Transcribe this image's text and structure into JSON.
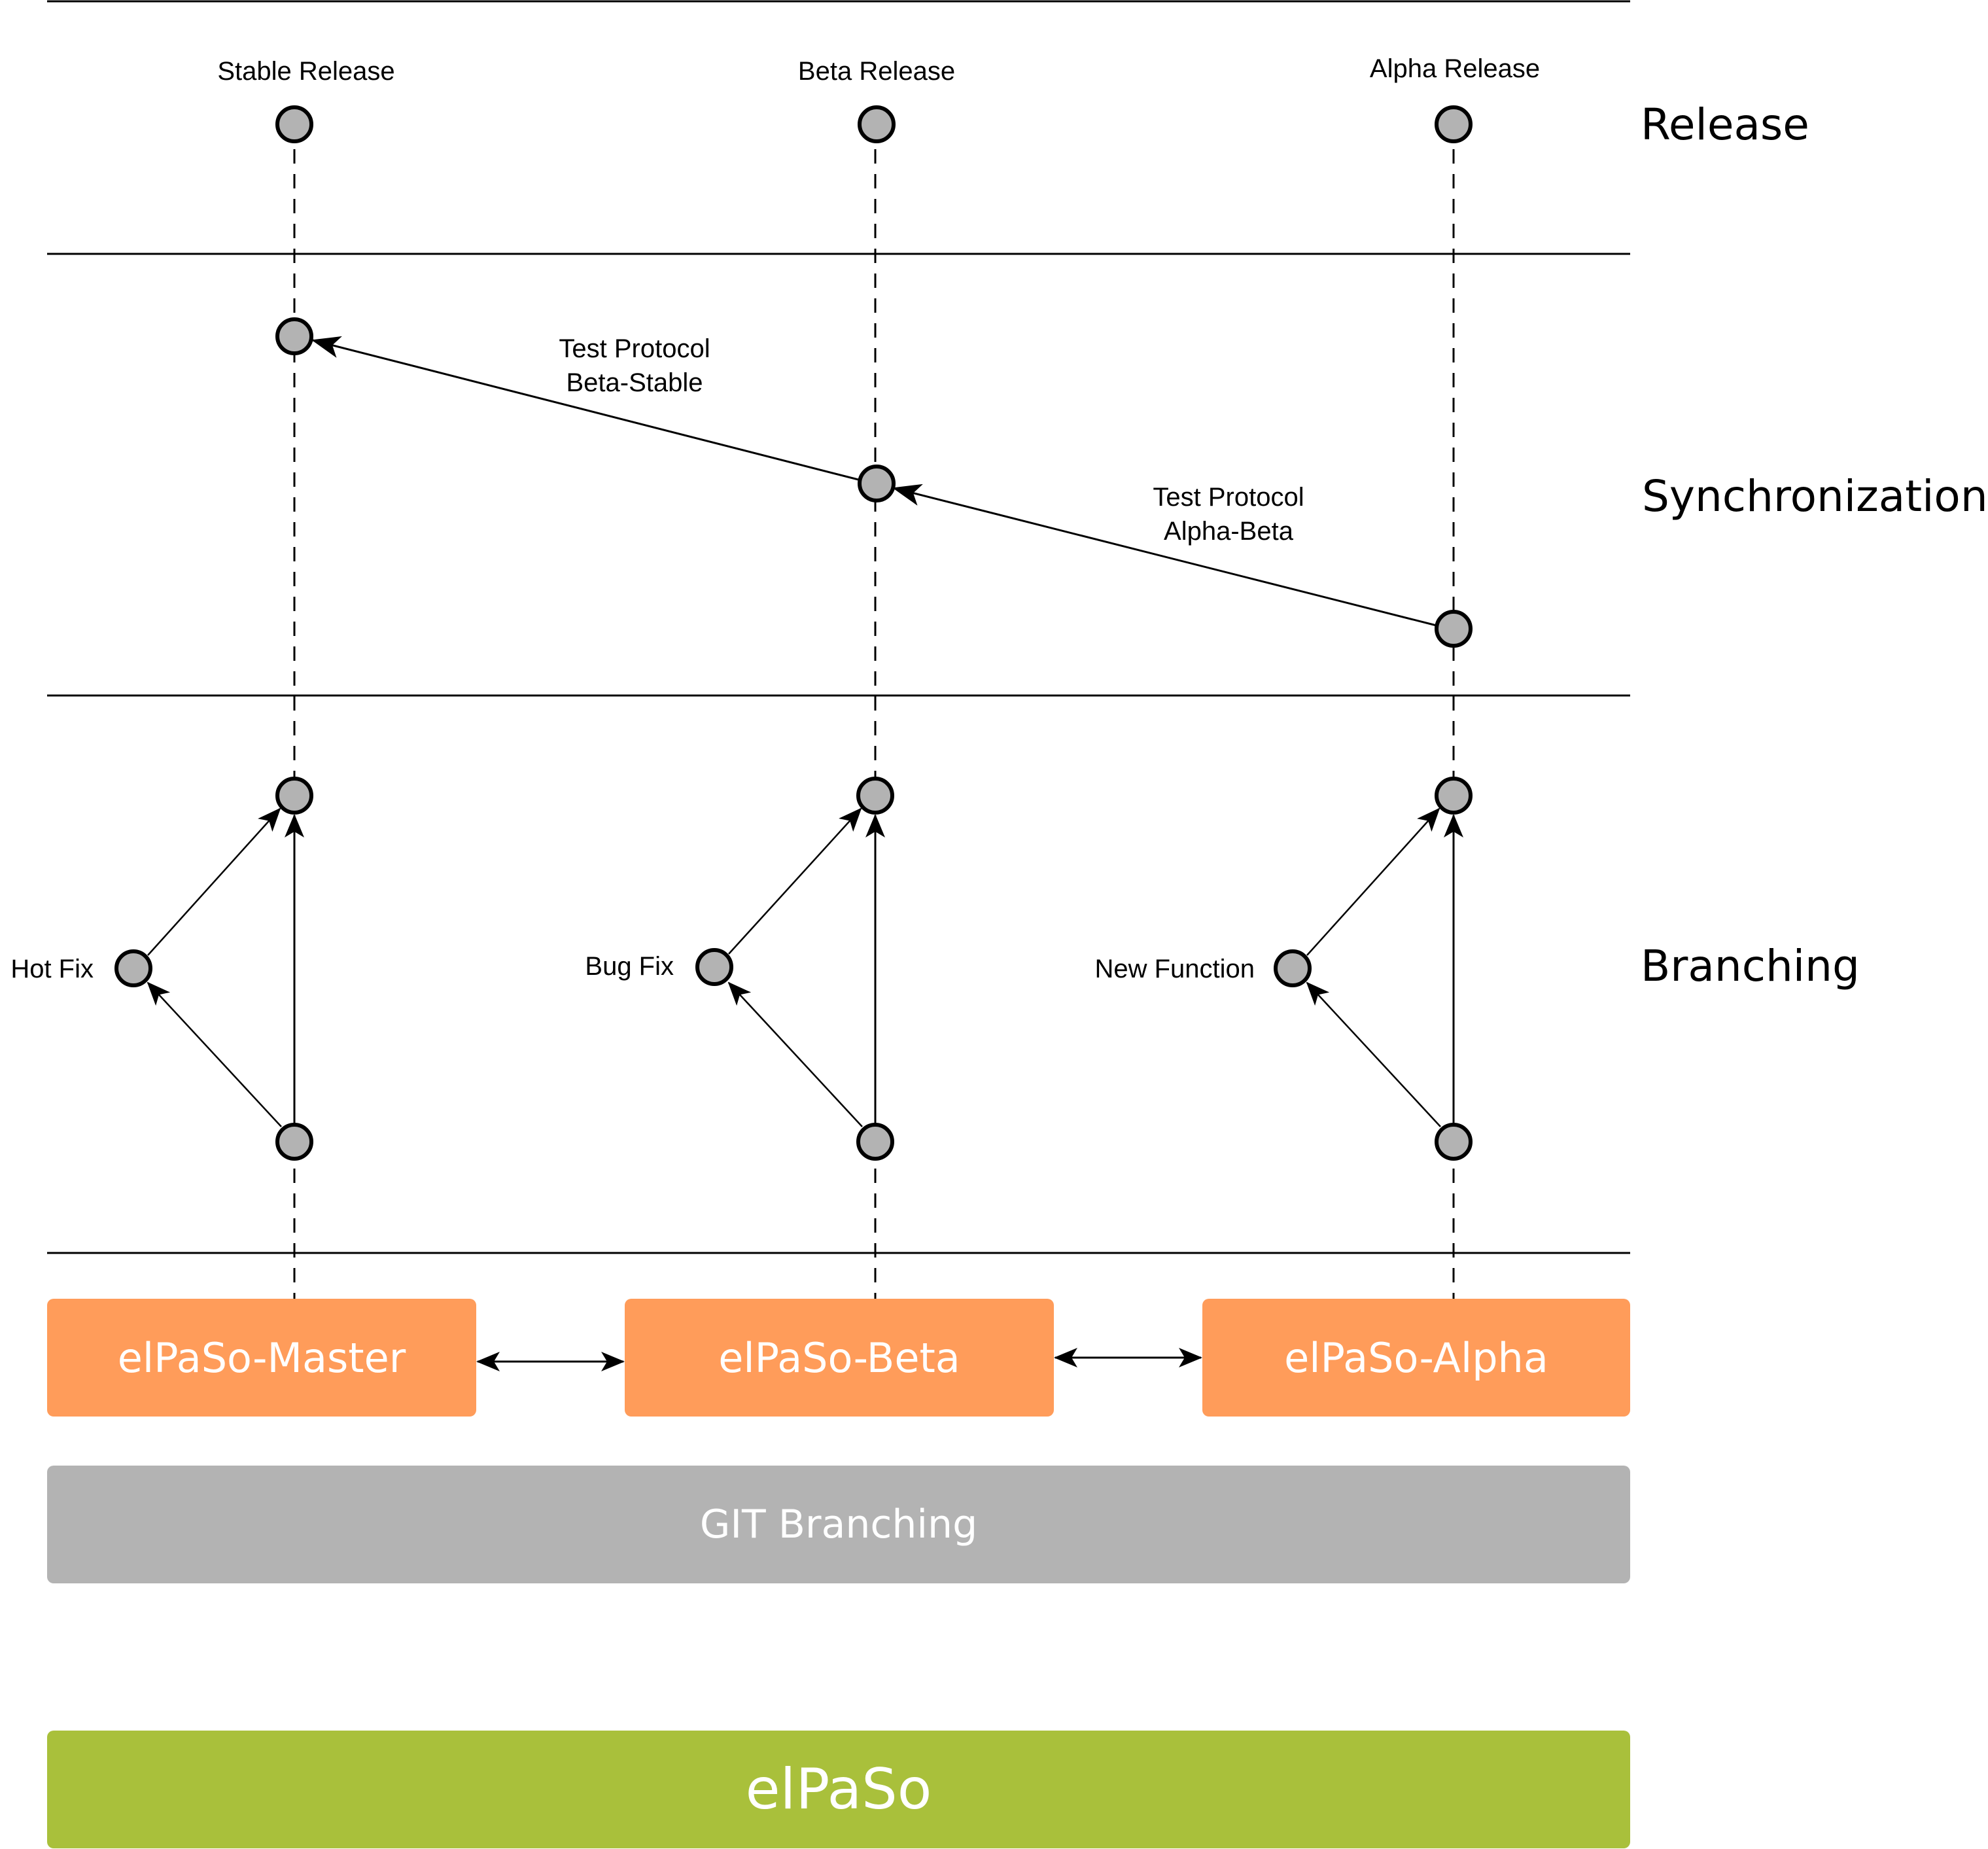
{
  "lanes": {
    "release": "Release",
    "synchronization": "Synchronization",
    "branching": "Branching"
  },
  "release_labels": {
    "stable": "Stable Release",
    "beta": "Beta Release",
    "alpha": "Alpha Release"
  },
  "sync_labels": {
    "beta_stable": [
      "Test Protocol",
      "Beta-Stable"
    ],
    "alpha_beta": [
      "Test Protocol",
      "Alpha-Beta"
    ]
  },
  "branch_labels": {
    "hot_fix": "Hot Fix",
    "bug_fix": "Bug Fix",
    "new_function": "New Function"
  },
  "boxes": {
    "master": "elPaSo-Master",
    "beta": "elPaSo-Beta",
    "alpha": "elPaSo-Alpha",
    "git": "GIT Branching",
    "elpaso": "elPaSo"
  },
  "colors": {
    "node_fill": "#b3b3b3",
    "branch_box": "#ff9c5a",
    "git_box": "#b3b3b3",
    "elpaso_box": "#a9c03b"
  }
}
